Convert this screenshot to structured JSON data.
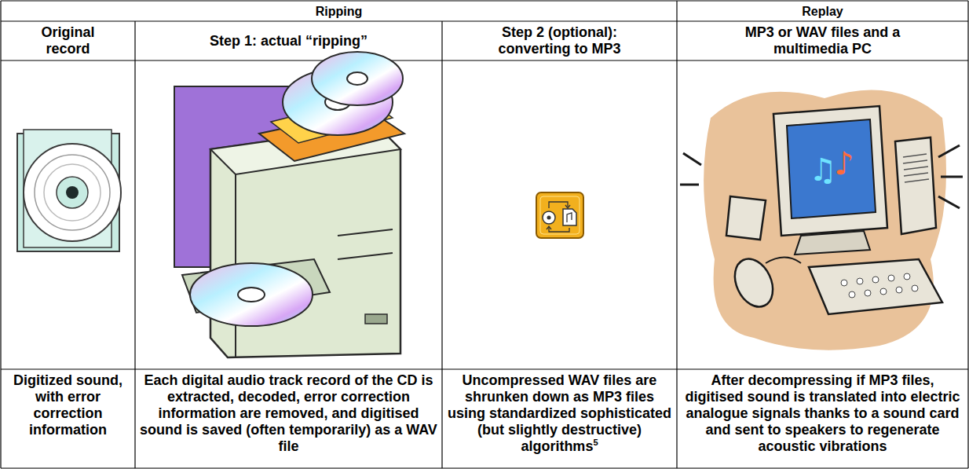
{
  "diagram": {
    "labels": [
      "Ripping",
      "Replay",
      "Original record",
      "Step 1: actual “ripping”",
      "Step 2 (optional): converting to MP3",
      "MP3 or WAV files and a multimedia PC",
      "Digitized sound, with error correction information",
      "Each digital audio track record of the CD is extracted, decoded, error correction information are removed, and digitised sound is saved (often temporarily) as a WAV file",
      "Uncompressed WAV files are shrunken down as MP3 files using standardized sophisticated (but slightly destructive) algorithms",
      "5",
      "After decompressing if MP3 files, digitised sound is translated into electric analogue signals thanks to a sound card and sent to speakers to regenerate acoustic vibrations"
    ]
  }
}
